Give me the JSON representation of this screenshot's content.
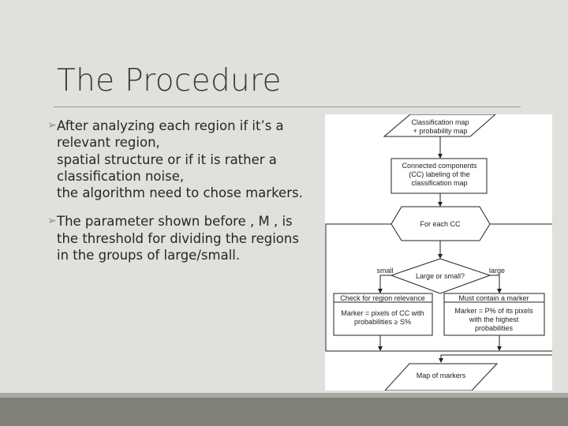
{
  "slide": {
    "title": "The Procedure",
    "bullets": [
      {
        "lines": [
          "After analyzing each region if it’s a",
          "relevant region,",
          "spatial structure or if it is rather a",
          "classification noise,",
          "the algorithm need to chose markers."
        ]
      },
      {
        "lines": [
          "The parameter shown before , M , is",
          "the threshold for dividing the regions",
          "in the groups of large/small."
        ]
      }
    ],
    "bullet_icon": "arrowhead-bullet-icon"
  },
  "flowchart": {
    "input_l1": "Classification map",
    "input_l2": "+ probability map",
    "cc_l1": "Connected components",
    "cc_l2": "(CC) labeling of the",
    "cc_l3": "classification map",
    "loop": "For each CC",
    "decision": "Large or small?",
    "small": "small",
    "large": "large",
    "left_header": "Check for region relevance",
    "left_l1": "Marker = pixels of CC with",
    "left_l2": "probabilities ≥ S%",
    "right_header": "Must contain a marker",
    "right_l1": "Marker = P% of its pixels",
    "right_l2": "with the highest",
    "right_l3": "probabilities",
    "output": "Map of markers"
  },
  "colors": {
    "background": "#e0e0dc",
    "footer": "#808178"
  }
}
